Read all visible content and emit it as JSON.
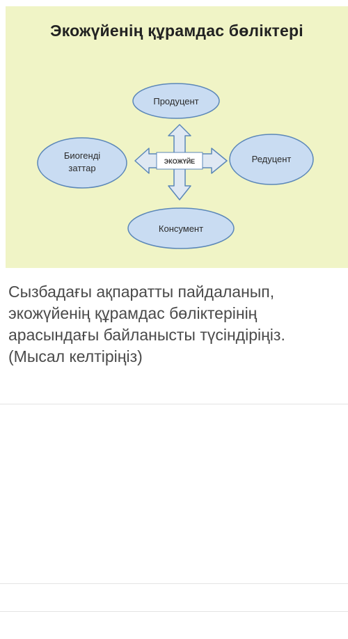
{
  "diagram": {
    "title": "Экожүйенің құрамдас бөліктері",
    "center": "ЭКОЖҮЙЕ",
    "nodes": {
      "top": "Продуцент",
      "right": "Редуцент",
      "bottom": "Консумент",
      "left_line1": "Биогенді",
      "left_line2": "заттар"
    },
    "colors": {
      "background": "#f0f4c6",
      "node_fill": "#c9dcf2",
      "node_stroke": "#5b87b8",
      "arrow_fill": "#dfe8f3"
    }
  },
  "question": {
    "line1": "Сызбадағы ақпаратты пайдаланып,",
    "line2": "экожүйенің құрамдас бөліктерінің",
    "line3": "арасындағы байланысты түсіндіріңіз.",
    "line4": "(Мысал келтіріңіз)"
  }
}
